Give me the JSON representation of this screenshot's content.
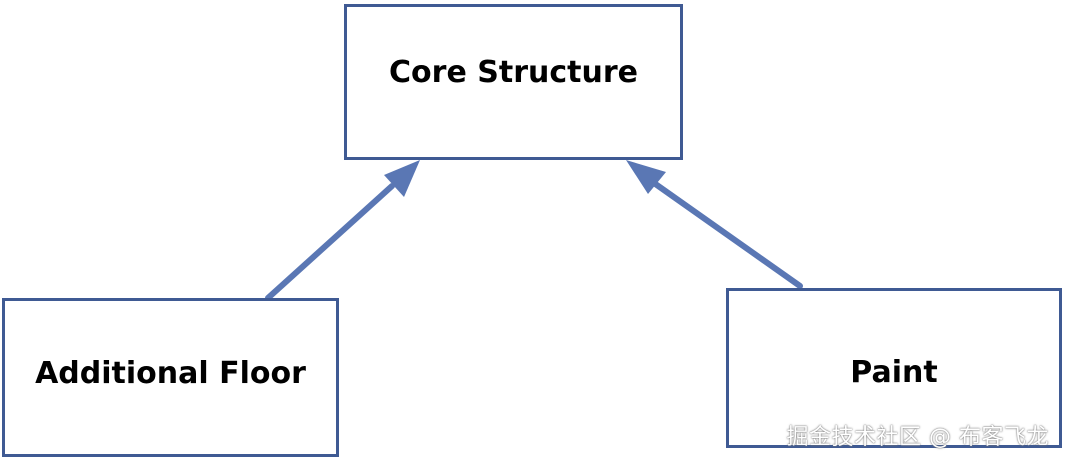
{
  "diagram": {
    "nodes": [
      {
        "id": "core",
        "label": "Core Structure"
      },
      {
        "id": "floor",
        "label": "Additional Floor"
      },
      {
        "id": "paint",
        "label": "Paint"
      }
    ],
    "edges": [
      {
        "from": "floor",
        "to": "core"
      },
      {
        "from": "paint",
        "to": "core"
      }
    ],
    "colors": {
      "box_border": "#3f5a93",
      "arrow": "#5a77b4",
      "text": "#000000"
    }
  },
  "watermark": "掘金技术社区 @ 布客飞龙"
}
